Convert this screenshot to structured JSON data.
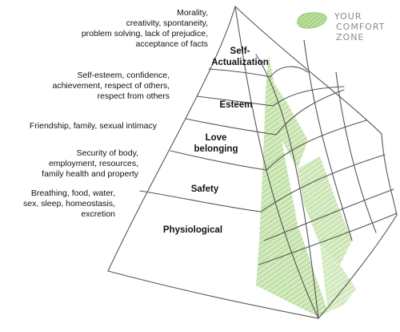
{
  "levels": [
    {
      "name_line1": "Self-",
      "name_line2": "Actualization",
      "description": [
        "Morality,",
        "creativity, spontaneity,",
        "problem solving, lack of prejudice,",
        "acceptance of facts"
      ]
    },
    {
      "name_line1": "Esteem",
      "name_line2": "",
      "description": [
        "Self-esteem, confidence,",
        "achievement, respect of others,",
        "respect from others"
      ]
    },
    {
      "name_line1": "Love",
      "name_line2": "belonging",
      "description": [
        "Friendship, family, sexual intimacy"
      ]
    },
    {
      "name_line1": "Safety",
      "name_line2": "",
      "description": [
        "Security of body,",
        "employment, resources,",
        "family health and property"
      ]
    },
    {
      "name_line1": "Physiological",
      "name_line2": "",
      "description": [
        "Breathing, food, water,",
        "sex, sleep, homeostasis,",
        "excretion"
      ]
    }
  ],
  "legend": {
    "line1": "YOUR",
    "line2": "COMFORT",
    "line3": "ZONE"
  },
  "colors": {
    "comfort_zone": "#a9d68a",
    "hatch": "#7fb85c",
    "outline": "#555555"
  }
}
